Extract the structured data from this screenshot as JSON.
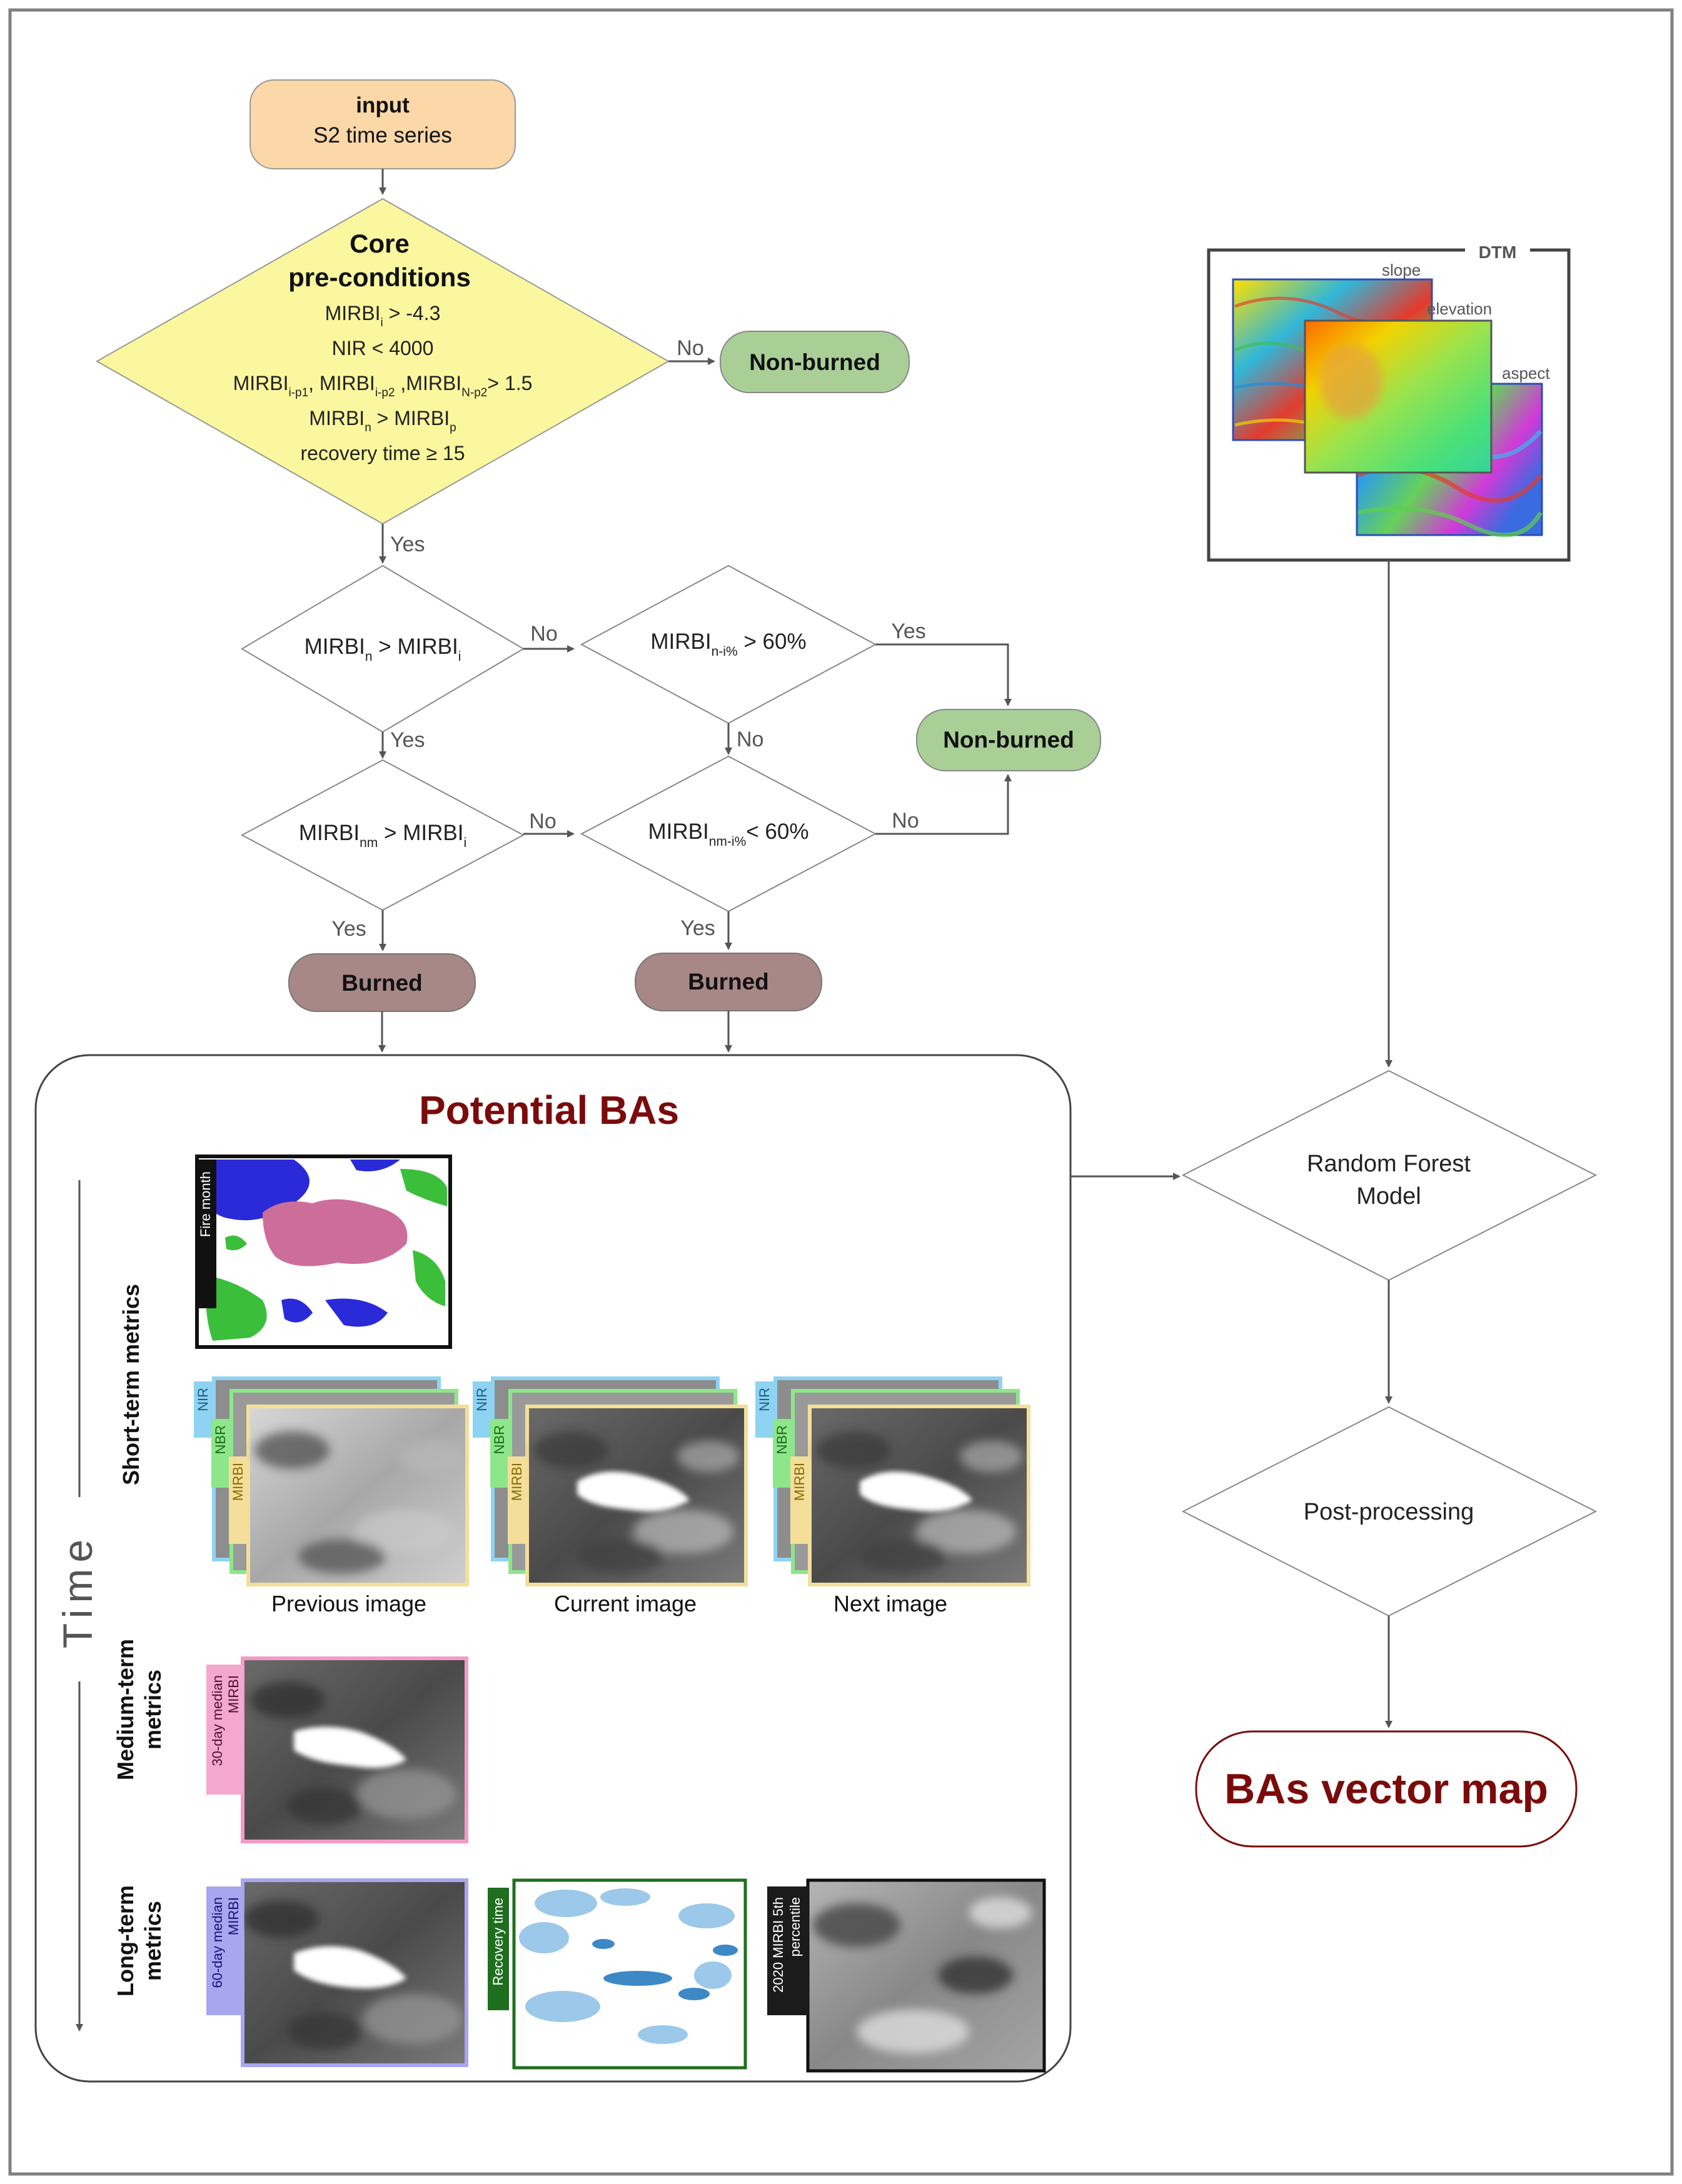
{
  "flow": {
    "input": {
      "line1": "input",
      "line2": "S2 time series"
    },
    "core": {
      "title1": "Core",
      "title2": "pre-conditions",
      "rules": [
        {
          "parts": [
            [
              "MIRBI",
              ""
            ],
            [
              "i",
              "sub"
            ],
            [
              " > -4.3",
              ""
            ]
          ]
        },
        {
          "parts": [
            [
              "NIR < 4000",
              ""
            ]
          ]
        },
        {
          "parts": [
            [
              "MIRBI",
              ""
            ],
            [
              "i-p1",
              "sub"
            ],
            [
              ", MIRBI",
              ""
            ],
            [
              "i-p2",
              "sub"
            ],
            [
              " ,MIRBI",
              ""
            ],
            [
              "N-p2",
              "sub"
            ],
            [
              "> 1.5",
              ""
            ]
          ]
        },
        {
          "parts": [
            [
              "MIRBI",
              ""
            ],
            [
              "n",
              "sub"
            ],
            [
              " > MIRBI",
              ""
            ],
            [
              "p",
              "sub"
            ]
          ]
        },
        {
          "parts": [
            [
              "recovery time ≥ 15",
              ""
            ]
          ]
        }
      ]
    },
    "d1": {
      "parts": [
        [
          "MIRBI",
          ""
        ],
        [
          "n",
          "sub"
        ],
        [
          " > MIRBI",
          ""
        ],
        [
          "i",
          "sub"
        ]
      ]
    },
    "d2": {
      "parts": [
        [
          "MIRBI",
          ""
        ],
        [
          "n-i%",
          "sub"
        ],
        [
          " > 60%",
          ""
        ]
      ]
    },
    "d3": {
      "parts": [
        [
          "MIRBI",
          ""
        ],
        [
          "nm",
          "sub"
        ],
        [
          " > MIRBI",
          ""
        ],
        [
          "i",
          "sub"
        ]
      ]
    },
    "d4": {
      "parts": [
        [
          "MIRBI",
          ""
        ],
        [
          "nm-i%",
          "sub"
        ],
        [
          "< 60%",
          ""
        ]
      ]
    },
    "non_burned_label": "Non-burned",
    "burned_label": "Burned",
    "yes_label": "Yes",
    "no_label": "No",
    "random_forest": {
      "line1": "Random Forest",
      "line2": "Model"
    },
    "post_processing": "Post-processing",
    "output": "BAs vector map"
  },
  "dtm": {
    "title": "DTM",
    "layers": [
      "slope",
      "elevation",
      "aspect"
    ]
  },
  "potential": {
    "title": "Potential BAs",
    "time_label": "Time",
    "rows": {
      "short": "Short-term metrics",
      "medium": [
        "Medium-term",
        "metrics"
      ],
      "long": [
        "Long-term",
        "metrics"
      ]
    },
    "fire_month_tag": "Fire month",
    "stack_tags": [
      "NIR",
      "NBR",
      "MIRBI"
    ],
    "stack_captions": [
      "Previous image",
      "Current image",
      "Next image"
    ],
    "medium_tag": [
      "30-day median",
      "MIRBI"
    ],
    "long_tags": {
      "median60": [
        "60-day median",
        "MIRBI"
      ],
      "recovery": "Recovery time",
      "percentile": [
        "2020 MIRBI 5th",
        "percentile"
      ]
    }
  },
  "colors": {
    "input_fill": "#fcd7a8",
    "core_fill": "#fbf79e",
    "nonburned_fill": "#a9cf97",
    "burned_fill": "#a88787",
    "title_red": "#7b0b0b",
    "line": "#555555",
    "nir_tag": "#8fd3f2",
    "nbr_tag": "#8ee68a",
    "mirbi_tag": "#f3df9a",
    "fire_tag": "#111111",
    "medium_tag": "#f4a8cf",
    "long_tag": "#a8a6ee",
    "recovery_tag": "#1f6d1f",
    "percentile_tag": "#1b1b1b"
  }
}
